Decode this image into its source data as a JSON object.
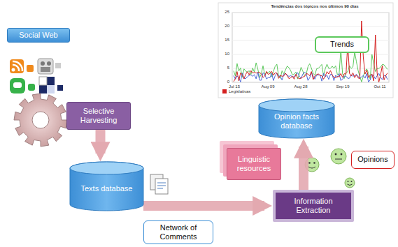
{
  "diagram": {
    "nodes": [
      {
        "text": [
          "Social Web"
        ]
      },
      {
        "text": [
          "Selective Harvesting"
        ]
      },
      {
        "text": [
          "Texts database"
        ]
      },
      {
        "text": [
          "Network of Comments"
        ]
      },
      {
        "text": [
          "Linguistic resources"
        ]
      },
      {
        "text": [
          "Information Extraction"
        ]
      },
      {
        "text": [
          "Opinion facts database"
        ]
      },
      {
        "text": [
          "Trends"
        ]
      },
      {
        "text": [
          "Opinions"
        ]
      }
    ],
    "edges": [
      {
        "from": 1,
        "to": 2,
        "arrow": "to"
      },
      {
        "from": 2,
        "to": 5,
        "arrow": "to"
      },
      {
        "from": 5,
        "to": 6,
        "arrow": "to"
      }
    ],
    "labels": [
      "Tendências dos tópicos nos últimos 90 dias",
      "25",
      "20",
      "15",
      "10",
      "5",
      "0",
      "Jul 15",
      "Aug 09",
      "Aug 28",
      "Sep 19",
      "Oct 11"
    ],
    "legend": [
      {
        "text": "Legislativas",
        "color": "#d42020"
      }
    ]
  }
}
